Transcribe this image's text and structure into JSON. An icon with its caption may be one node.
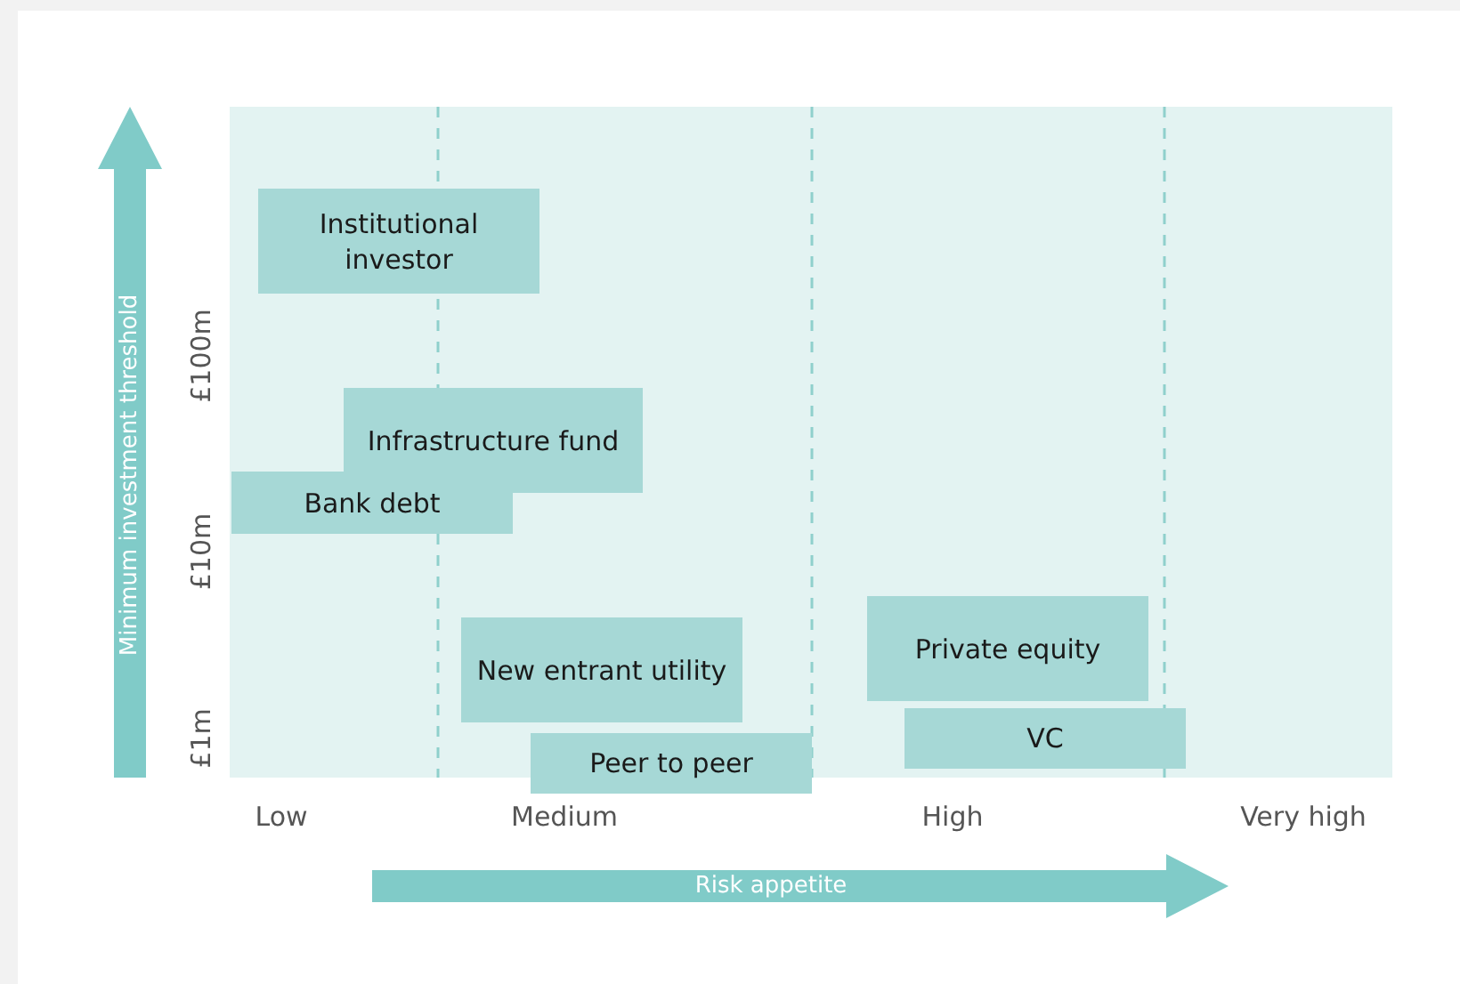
{
  "diagram": {
    "nodes": [
      {
        "text": [
          "Institutional investor"
        ]
      },
      {
        "text": [
          "Infrastructure fund"
        ]
      },
      {
        "text": [
          "Bank debt"
        ]
      },
      {
        "text": [
          "New entrant utility"
        ]
      },
      {
        "text": [
          "Peer to peer"
        ]
      },
      {
        "text": [
          "Private equity"
        ]
      },
      {
        "text": [
          "VC"
        ]
      }
    ],
    "labels": [
      "Minimum investment threshold",
      "£100m",
      "£10m",
      "£1m",
      "Low",
      "Medium",
      "High",
      "Very high",
      "Risk appetite"
    ]
  }
}
